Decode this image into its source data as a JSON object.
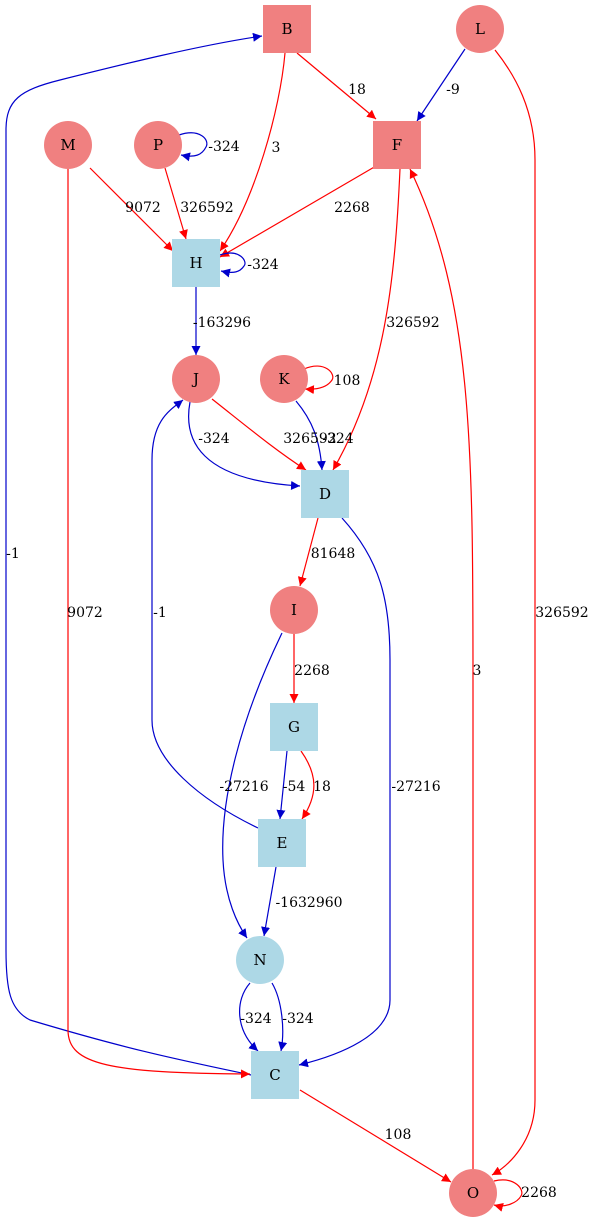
{
  "colors": {
    "positive_edge": "#ff0000",
    "negative_edge": "#0000cc",
    "circle_node": "#f08080",
    "square_node_red": "#f08080",
    "square_node_blue": "#add8e6",
    "text": "#000000"
  },
  "nodes": [
    {
      "id": "B",
      "label": "B",
      "shape": "square",
      "color": "red"
    },
    {
      "id": "L",
      "label": "L",
      "shape": "circle",
      "color": "red"
    },
    {
      "id": "M",
      "label": "M",
      "shape": "circle",
      "color": "red"
    },
    {
      "id": "P",
      "label": "P",
      "shape": "circle",
      "color": "red"
    },
    {
      "id": "F",
      "label": "F",
      "shape": "square",
      "color": "red"
    },
    {
      "id": "H",
      "label": "H",
      "shape": "square",
      "color": "blue"
    },
    {
      "id": "J",
      "label": "J",
      "shape": "circle",
      "color": "red"
    },
    {
      "id": "K",
      "label": "K",
      "shape": "circle",
      "color": "red"
    },
    {
      "id": "D",
      "label": "D",
      "shape": "square",
      "color": "blue"
    },
    {
      "id": "I",
      "label": "I",
      "shape": "circle",
      "color": "red"
    },
    {
      "id": "G",
      "label": "G",
      "shape": "square",
      "color": "blue"
    },
    {
      "id": "E",
      "label": "E",
      "shape": "square",
      "color": "blue"
    },
    {
      "id": "N",
      "label": "N",
      "shape": "circle",
      "color": "blue"
    },
    {
      "id": "C",
      "label": "C",
      "shape": "square",
      "color": "blue"
    },
    {
      "id": "O",
      "label": "O",
      "shape": "circle",
      "color": "red"
    }
  ],
  "edges": [
    {
      "from": "B",
      "to": "F",
      "label": "18",
      "sign": "positive"
    },
    {
      "from": "B",
      "to": "H",
      "label": "3",
      "sign": "positive"
    },
    {
      "from": "L",
      "to": "F",
      "label": "-9",
      "sign": "negative"
    },
    {
      "from": "L",
      "to": "O",
      "label": "326592",
      "sign": "positive"
    },
    {
      "from": "P",
      "to": "P",
      "label": "-324",
      "sign": "negative"
    },
    {
      "from": "M",
      "to": "H",
      "label": "9072",
      "sign": "positive"
    },
    {
      "from": "P",
      "to": "H",
      "label": "326592",
      "sign": "positive"
    },
    {
      "from": "F",
      "to": "H",
      "label": "2268",
      "sign": "positive"
    },
    {
      "from": "H",
      "to": "H",
      "label": "-324",
      "sign": "negative"
    },
    {
      "from": "H",
      "to": "J",
      "label": "-163296",
      "sign": "negative"
    },
    {
      "from": "F",
      "to": "D",
      "label": "326592",
      "sign": "positive"
    },
    {
      "from": "K",
      "to": "K",
      "label": "108",
      "sign": "positive"
    },
    {
      "from": "J",
      "to": "D",
      "label": "-324",
      "sign": "negative"
    },
    {
      "from": "J",
      "to": "D",
      "label": "326592",
      "sign": "positive"
    },
    {
      "from": "K",
      "to": "D",
      "label": "-324",
      "sign": "negative"
    },
    {
      "from": "D",
      "to": "I",
      "label": "81648",
      "sign": "positive"
    },
    {
      "from": "C",
      "to": "B",
      "label": "-1",
      "sign": "negative"
    },
    {
      "from": "M",
      "to": "C",
      "label": "9072",
      "sign": "positive"
    },
    {
      "from": "E",
      "to": "J",
      "label": "-1",
      "sign": "negative"
    },
    {
      "from": "O",
      "to": "F",
      "label": "3",
      "sign": "positive"
    },
    {
      "from": "I",
      "to": "G",
      "label": "2268",
      "sign": "positive"
    },
    {
      "from": "I",
      "to": "N",
      "label": "-27216",
      "sign": "negative"
    },
    {
      "from": "G",
      "to": "E",
      "label": "-54",
      "sign": "negative"
    },
    {
      "from": "G",
      "to": "E",
      "label": "18",
      "sign": "positive"
    },
    {
      "from": "D",
      "to": "C",
      "label": "-27216",
      "sign": "negative"
    },
    {
      "from": "E",
      "to": "N",
      "label": "-1632960",
      "sign": "negative"
    },
    {
      "from": "N",
      "to": "C",
      "label": "-324",
      "sign": "negative"
    },
    {
      "from": "N",
      "to": "C",
      "label": "-324",
      "sign": "negative"
    },
    {
      "from": "C",
      "to": "O",
      "label": "108",
      "sign": "positive"
    },
    {
      "from": "O",
      "to": "O",
      "label": "2268",
      "sign": "positive"
    }
  ]
}
